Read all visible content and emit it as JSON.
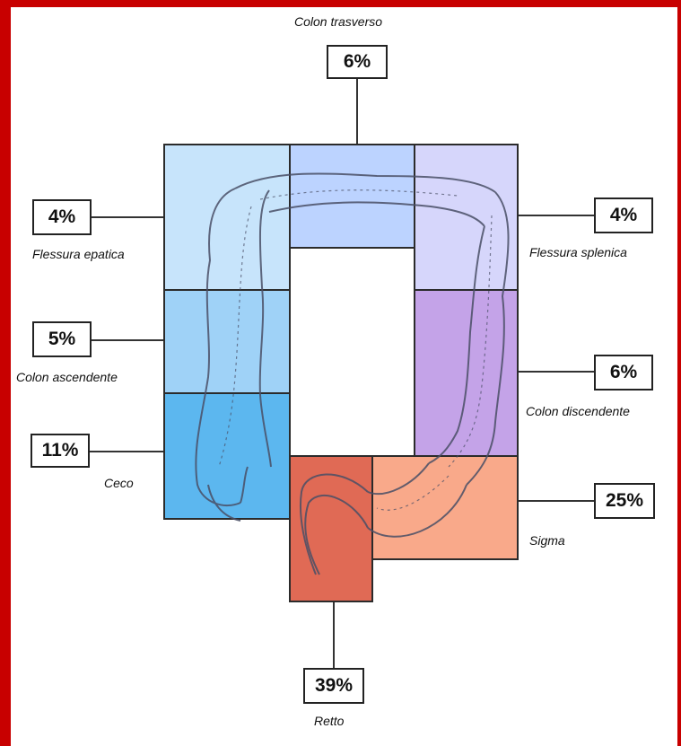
{
  "segments": {
    "trasverso": {
      "label": "Colon trasverso",
      "percent": "6%",
      "color": "#bcd3ff"
    },
    "epatica": {
      "label": "Flessura epatica",
      "percent": "4%",
      "color": "#c7e4fb"
    },
    "splenica": {
      "label": "Flessura splenica",
      "percent": "4%",
      "color": "#d6d6fb"
    },
    "ascendente": {
      "label": "Colon ascendente",
      "percent": "5%",
      "color": "#9fd2f7"
    },
    "discendente": {
      "label": "Colon discendente",
      "percent": "6%",
      "color": "#c4a3e8"
    },
    "ceco": {
      "label": "Ceco",
      "percent": "11%",
      "color": "#5cb7ef"
    },
    "sigma": {
      "label": "Sigma",
      "percent": "25%",
      "color": "#f9a98a"
    },
    "retto": {
      "label": "Retto",
      "percent": "39%",
      "color": "#e06a55"
    }
  },
  "colors": {
    "frame": "#c80000",
    "border": "#2b2b2b"
  }
}
